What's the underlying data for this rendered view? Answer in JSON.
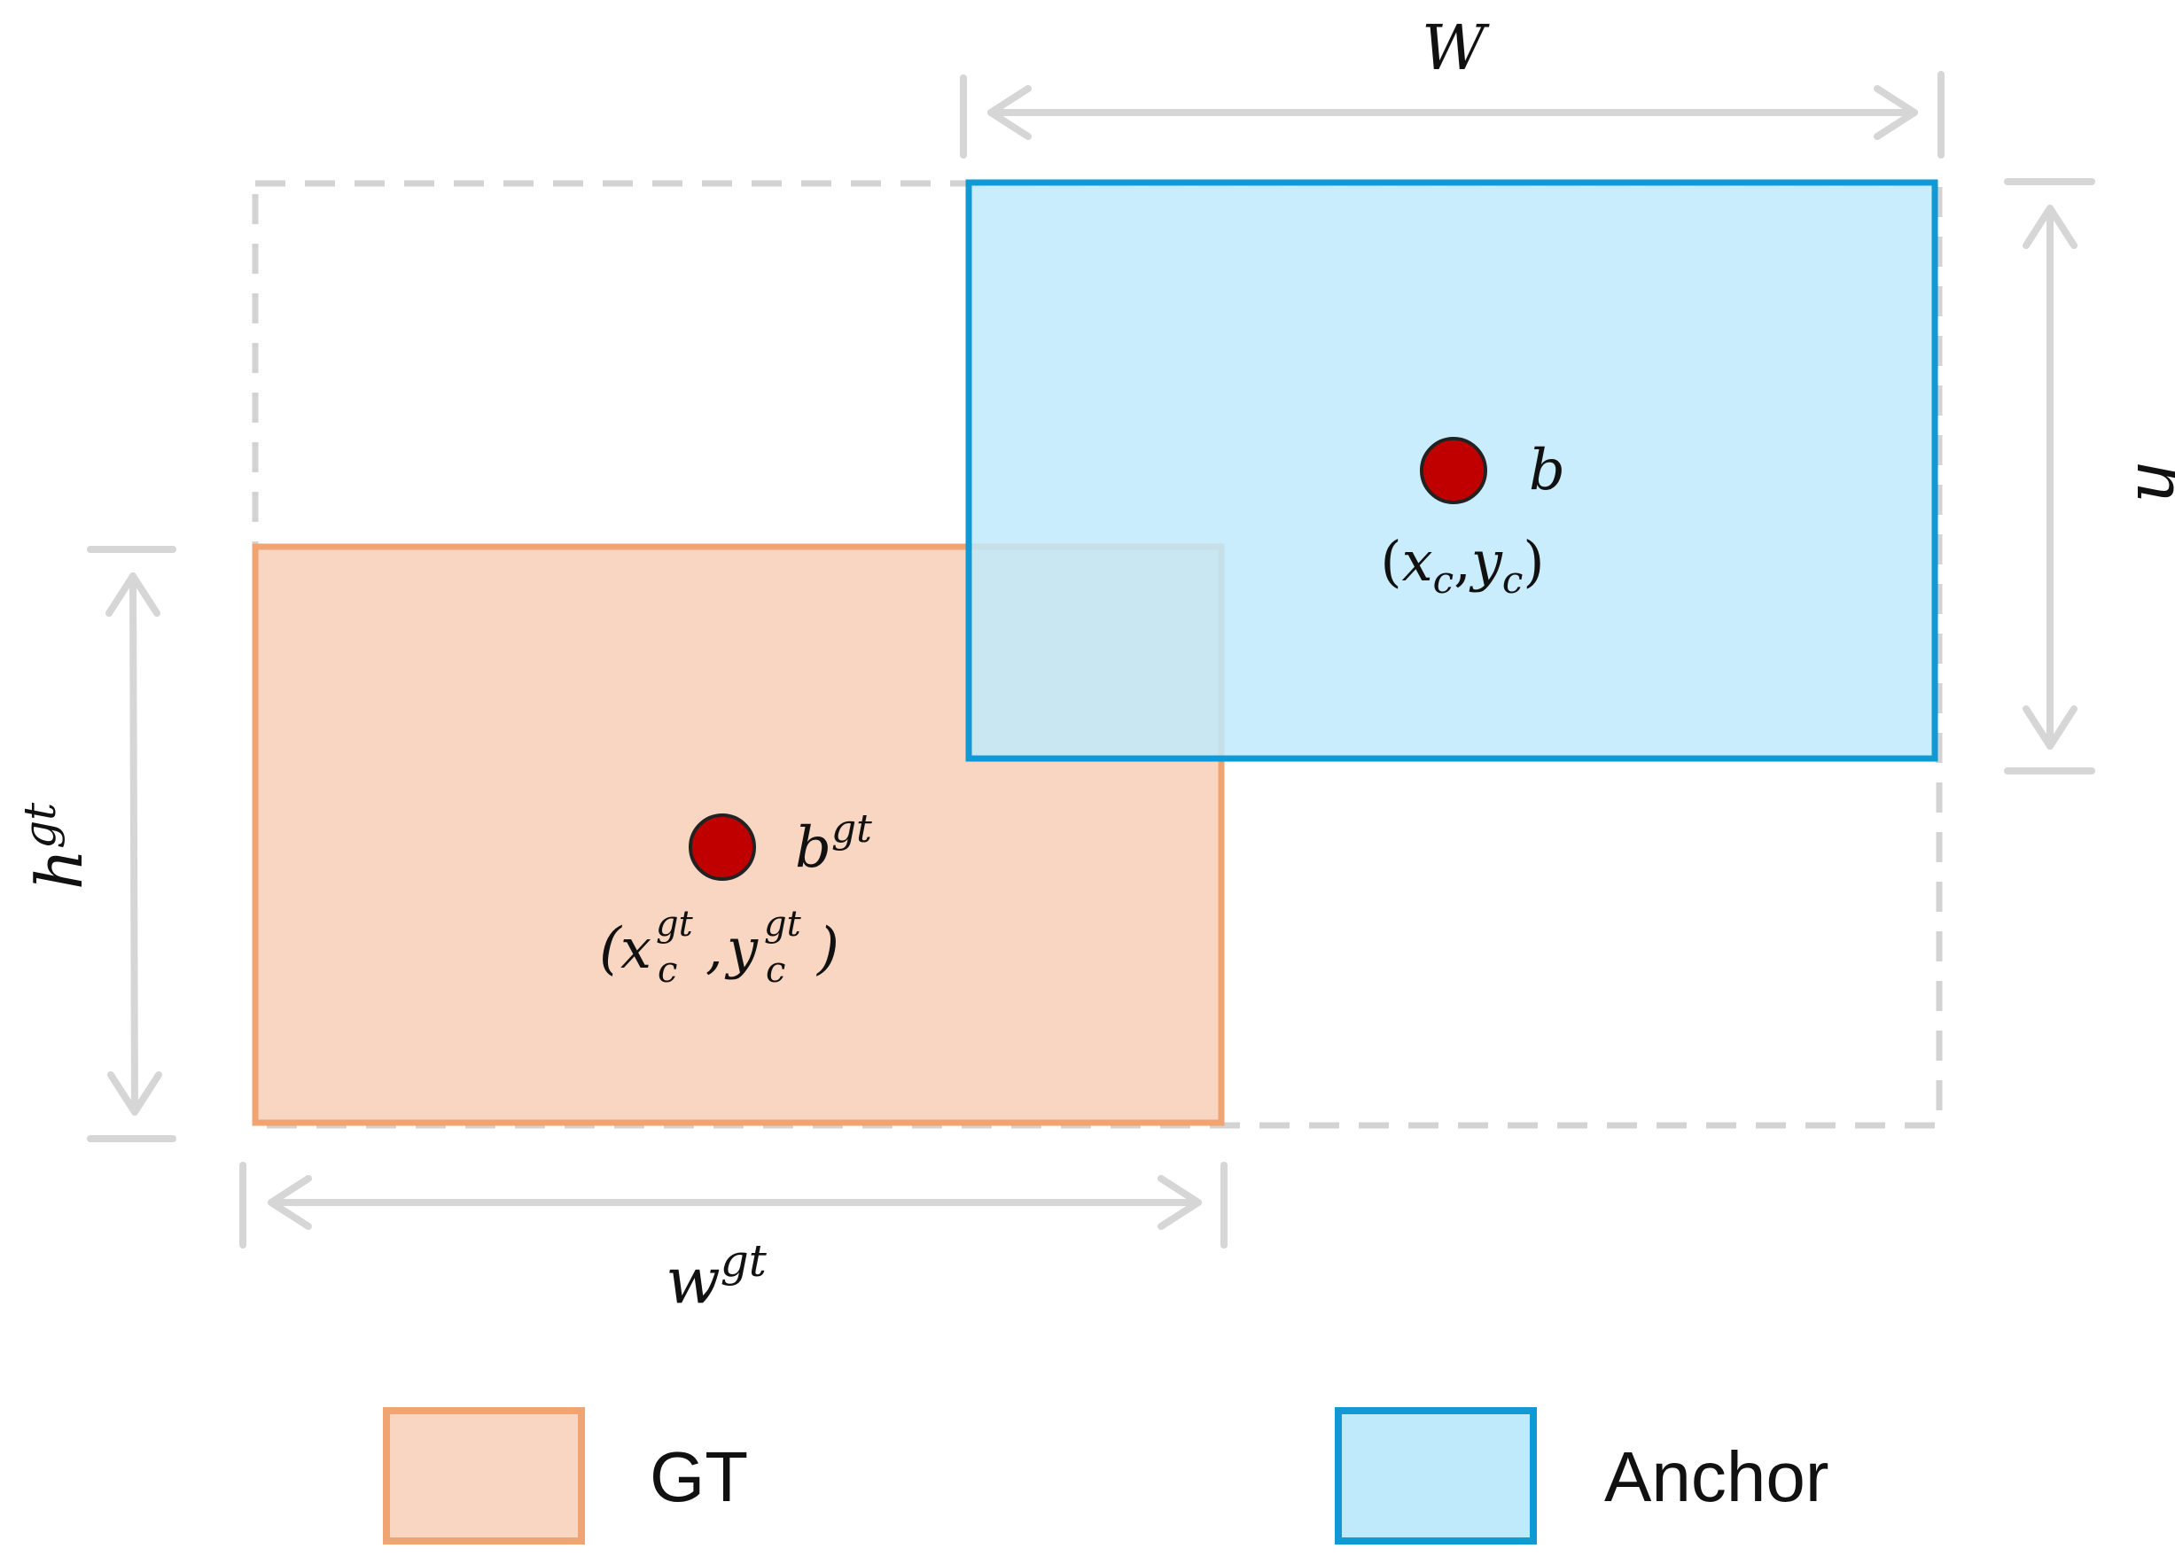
{
  "colors": {
    "gt_fill": "#f9d6c1",
    "gt_stroke": "#f0a472",
    "anchor_fill": "#bfeafb",
    "anchor_stroke": "#1199d6",
    "enclosing_box_stroke": "#d3d3d3",
    "dimension_line": "#d6d6d6",
    "center_point": "#c00000",
    "text": "#111111"
  },
  "dimensions": {
    "anchor_width": {
      "base": "W",
      "sup": ""
    },
    "anchor_height": {
      "base": "h",
      "sup": ""
    },
    "gt_width": {
      "base": "w",
      "sup": "gt"
    },
    "gt_height": {
      "base": "h",
      "sup": "gt"
    }
  },
  "anchor_center": {
    "label": "b",
    "coord_open": "(",
    "x": "x",
    "x_sub": "c",
    "sep": ",",
    "y": "y",
    "y_sub": "c",
    "coord_close": ")"
  },
  "gt_center": {
    "label": "b",
    "label_sup": "gt",
    "coord_open": "(",
    "x": "x",
    "x_sub": "c",
    "x_sup": "gt",
    "sep": ",",
    "y": "y",
    "y_sub": "c",
    "y_sup": "gt",
    "coord_close": ")"
  },
  "legend": {
    "gt_label": "GT",
    "anchor_label": "Anchor"
  }
}
